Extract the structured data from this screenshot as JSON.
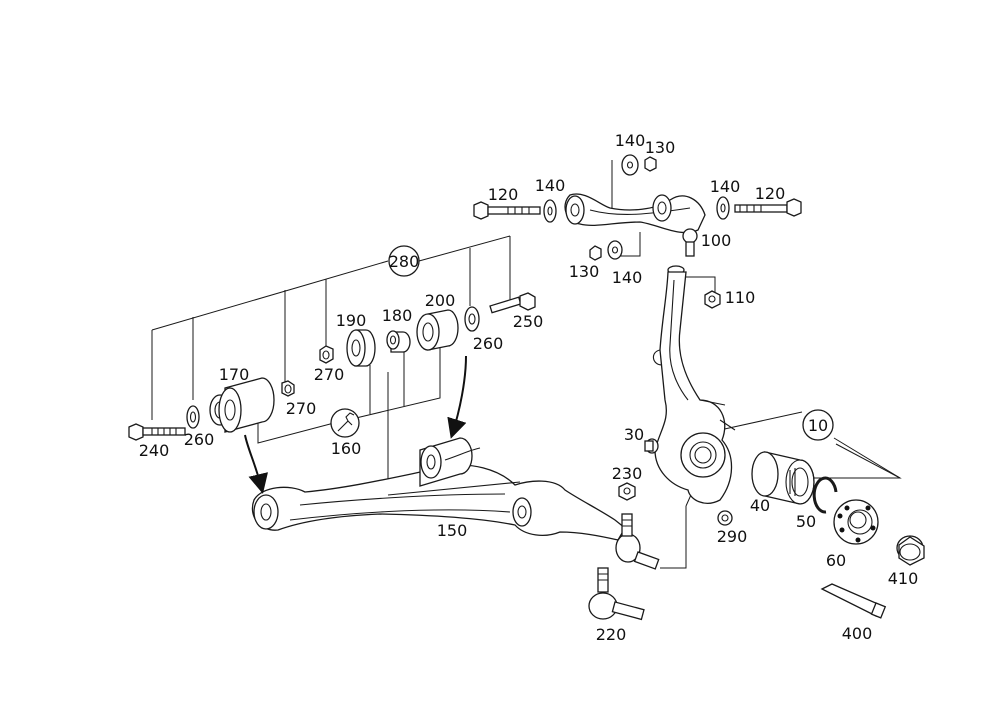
{
  "callouts": {
    "p10": "10",
    "p30": "30",
    "p40": "40",
    "p50": "50",
    "p60": "60",
    "p100": "100",
    "p110": "110",
    "p120a": "120",
    "p120b": "120",
    "p130a": "130",
    "p130b": "130",
    "p140a": "140",
    "p140b": "140",
    "p140c": "140",
    "p140d": "140",
    "p150": "150",
    "p160": "160",
    "p170": "170",
    "p180": "180",
    "p190": "190",
    "p200": "200",
    "p220": "220",
    "p230": "230",
    "p240": "240",
    "p250": "250",
    "p260a": "260",
    "p260b": "260",
    "p270a": "270",
    "p270b": "270",
    "p280": "280",
    "p290": "290",
    "p400": "400",
    "p410": "410"
  }
}
